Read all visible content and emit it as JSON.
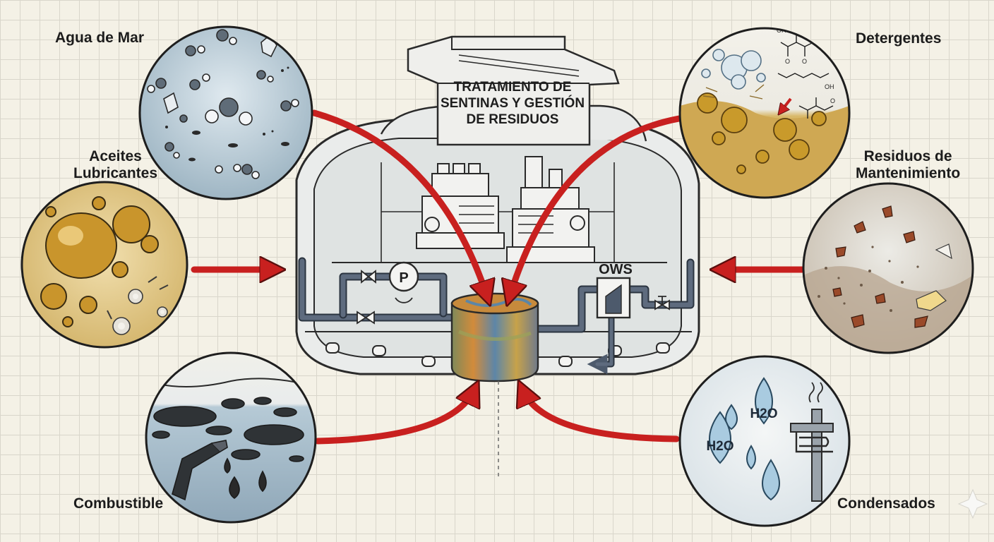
{
  "title": {
    "line1": "TRATAMIENTO DE",
    "line2": "SENTINAS Y GESTIÓN",
    "line3": "DE RESIDUOS"
  },
  "equipment": {
    "ows_label": "OWS",
    "pump_symbol": "P"
  },
  "sources": {
    "agua_de_mar": "Agua de Mar",
    "aceites_line1": "Aceites",
    "aceites_line2": "Lubricantes",
    "combustible": "Combustible",
    "detergentes": "Detergentes",
    "residuos_line1": "Residuos de",
    "residuos_line2": "Mantenimiento",
    "condensados": "Condensados"
  },
  "formulas": {
    "water_a": "H2O",
    "water_b": "H2O"
  },
  "colors": {
    "arrow": "#c8201f",
    "outline": "#2a2a2a",
    "pipe": "#4d5a6c",
    "oil": "#c9952c",
    "water": "#b9cfdc"
  }
}
